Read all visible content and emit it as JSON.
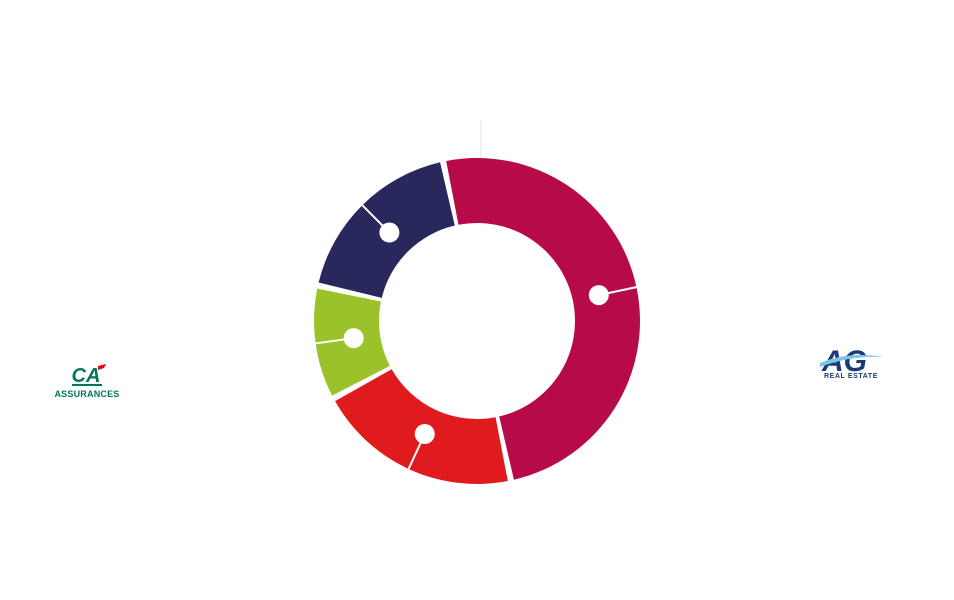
{
  "chart_data": {
    "type": "pie",
    "variant": "donut",
    "title": "",
    "legend": "none",
    "slices": [
      {
        "name": "",
        "value": 44,
        "color": "#b70a49"
      },
      {
        "name": "",
        "value": 18,
        "color": "#e01b1e"
      },
      {
        "name": "",
        "value": 10,
        "color": "#9cc22b"
      },
      {
        "name": "",
        "value": 16,
        "color": "#29285c"
      }
    ]
  },
  "logos": {
    "left": {
      "text": "ASSURANCES",
      "brand_color": "#00775a",
      "accent_color": "#e2001a"
    },
    "right": {
      "text": "REAL ESTATE",
      "brand_color": "#1b3a7a",
      "accent_color": "#7ec4e6"
    }
  }
}
